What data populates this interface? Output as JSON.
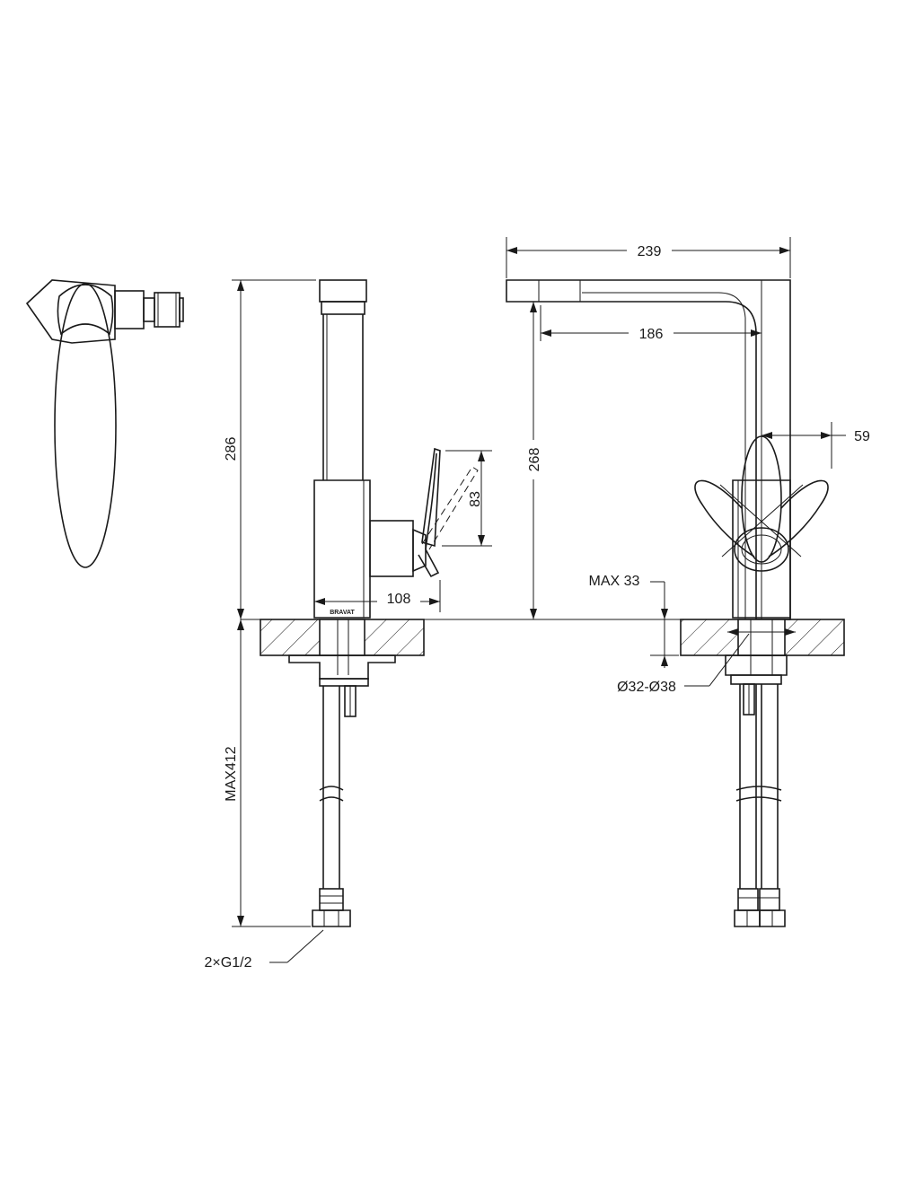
{
  "dimensions": {
    "width_total": "239",
    "spout_reach": "186",
    "handle_offset": "59",
    "height_total": "286",
    "height_spout": "268",
    "handle_swing": "83",
    "base_to_handle": "108",
    "max_thickness": "MAX 33",
    "hole_diameter": "Ø32-Ø38",
    "hose_length": "MAX412",
    "connection": "2×G1/2"
  },
  "brand_mark": "BRAVAT",
  "colors": {
    "line": "#1a1a1a",
    "background": "#ffffff"
  }
}
